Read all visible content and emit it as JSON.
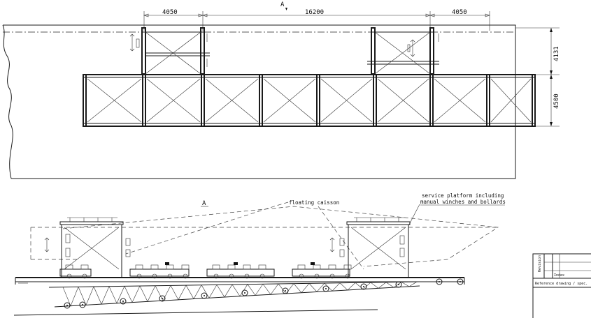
{
  "plan_view": {
    "section_marker": "A",
    "dimensions": {
      "left_span": "4050",
      "middle_span": "16200",
      "right_span": "4050",
      "upper_height": "4131",
      "lower_height": "4500"
    }
  },
  "side_view": {
    "section_label": "A",
    "callouts": {
      "floating_caisson": "floating caisson",
      "service_platform_line1": "service platform including",
      "service_platform_line2": "manual winches and bollards"
    }
  },
  "title_block": {
    "row_label": "Index",
    "side_label": "Revision",
    "reference_label": "Reference drawing / spec."
  }
}
